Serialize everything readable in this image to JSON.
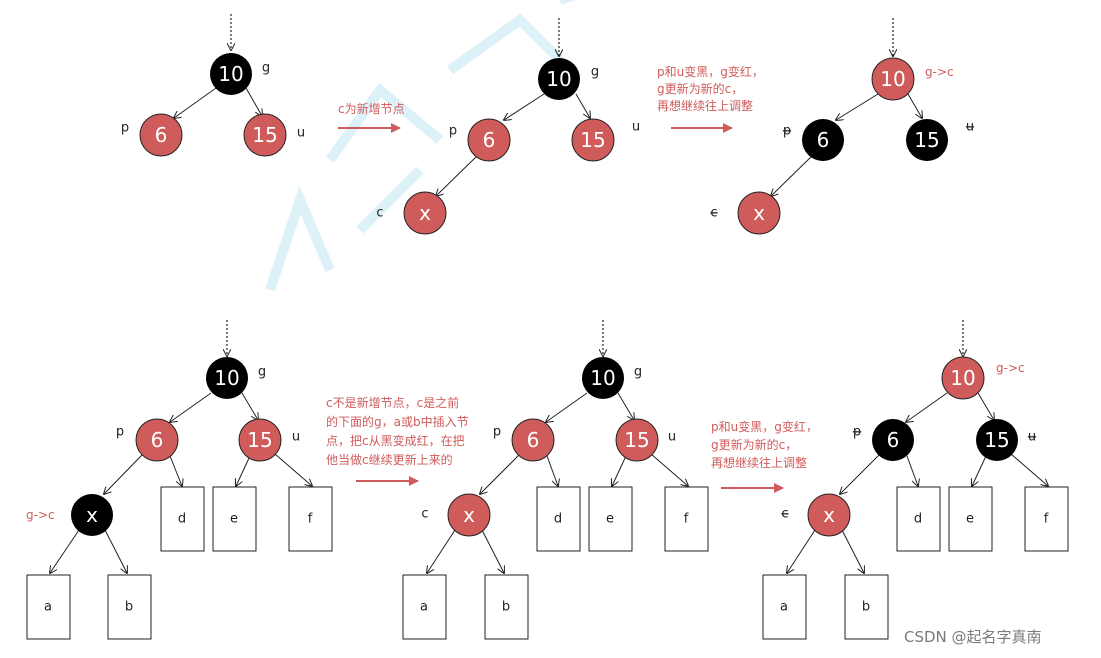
{
  "colors": {
    "red": "#d05b5b",
    "black": "#000000",
    "text_red": "#d05b5b",
    "edge": "#222222"
  },
  "watermark": "CSDN @起名字真南",
  "labels": {
    "g": "g",
    "p": "p",
    "u": "u",
    "c": "c",
    "g_to_c": "g->c",
    "a": "a",
    "b": "b",
    "d": "d",
    "e": "e",
    "f": "f"
  },
  "nodes": {
    "n10": "10",
    "n6": "6",
    "n15": "15",
    "nx": "x"
  },
  "notes": {
    "top1": [
      "c为新增节点"
    ],
    "top2": [
      "p和u变黑，g变红，",
      "g更新为新的c，",
      "再想继续往上调整"
    ],
    "bottom1": [
      "c不是新增节点，c是之前",
      "的下面的g，a或b中插入节",
      "点，把c从黑变成红，在把",
      "他当做c继续更新上来的"
    ],
    "bottom2": [
      "p和u变黑，g变红，",
      "g更新为新的c，",
      "再想继续往上调整"
    ]
  }
}
